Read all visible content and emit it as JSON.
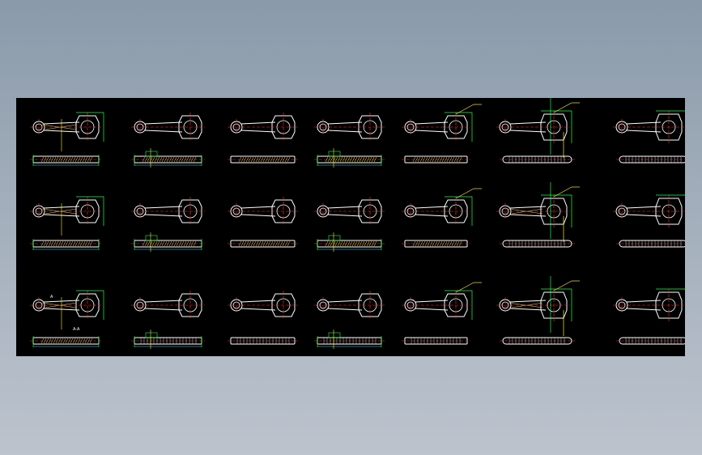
{
  "page": {
    "background_top": "#8a9aaa",
    "background_bottom": "#bcc3cd"
  },
  "drawing_sheet": {
    "background": "#000000",
    "columns": 7,
    "rows": 3,
    "line_colors": {
      "outline": "#ffffff",
      "centerline": "#ff3030",
      "hatch": "#e8d070",
      "dimension_green": "#22ff44",
      "dimension_yellow": "#ffee33",
      "dimension_cyan": "#44e0ff"
    },
    "annotations": {
      "section_mark": "A",
      "section_label": "A-A"
    }
  }
}
